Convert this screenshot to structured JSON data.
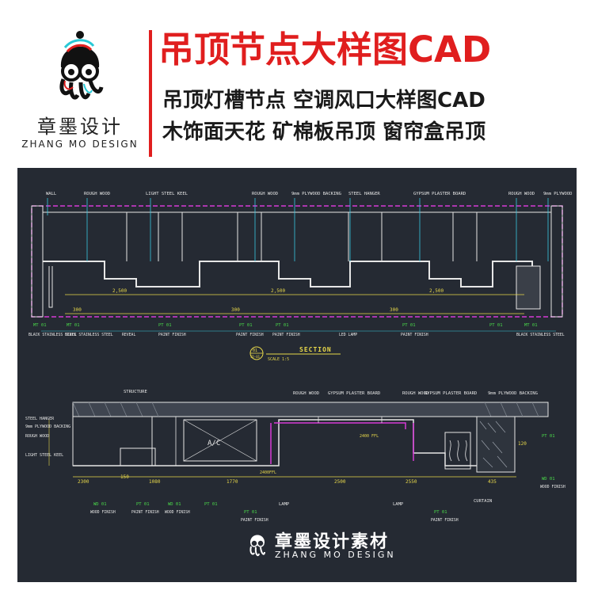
{
  "brand": {
    "name_cn": "章墨设计",
    "name_en": "ZHANG MO DESIGN"
  },
  "header": {
    "title": "吊顶节点大样图CAD",
    "subtitle_line1": "吊顶灯槽节点 空调风口大样图CAD",
    "subtitle_line2": "木饰面天花 矿棉板吊顶 窗帘盒吊顶"
  },
  "drawing_top": {
    "labels": {
      "wall": "WALL",
      "rough_wood_1": "ROUGH WOOD",
      "light_steel_keel": "LIGHT STEEL KEEL",
      "rough_wood_2": "ROUGH WOOD",
      "plywood_backing_1": "9mm PLYWOOD BACKING",
      "steel_hanger": "STEEL HANGER",
      "gypsum_board": "GYPSUM PLASTER BOARD",
      "rough_wood_3": "ROUGH WOOD",
      "plywood_backing_2": "9mm PLYWOOD"
    },
    "dims": {
      "d_2500_a": "2,500",
      "d_2500_b": "2,500",
      "d_2500_c": "2,500",
      "d_300_a": "300",
      "d_300_b": "300",
      "d_300_c": "300"
    },
    "callouts": {
      "mt_left": "MT 01",
      "mt_left2": "MT 01",
      "pt_1": "PT 01",
      "pt_2": "PT 01",
      "pt_3": "PT 01",
      "pt_4": "PT 01",
      "pt_5": "PT 01",
      "mt_right": "MT 01",
      "black_steel_1": "BLACK STAINLESS STEEL",
      "black_steel_2": "BLACK STAINLESS STEEL",
      "reveal": "REVEAL",
      "paint_finish_1": "PAINT FINISH",
      "paint_finish_2": "PAINT FINISH",
      "paint_finish_3": "PAINT FINISH",
      "led_lamp": "LED LAMP",
      "paint_finish_4": "PAINT FINISH",
      "black_steel_3": "BLACK STAINLESS STEEL"
    },
    "section_number": "01",
    "section_sheet": "SD-01",
    "section_title": "SECTION",
    "section_scale": "SCALE 1:5"
  },
  "drawing_bottom": {
    "labels": {
      "structure": "STRUCTURE",
      "rough_wood_1": "ROUGH WOOD",
      "gypsum_board_1": "GYPSUM PLASTER BOARD",
      "rough_wood_2": "ROUGH WOOD",
      "gypsum_board_2": "GYPSUM PLASTER BOARD",
      "plywood_backing": "9mm PLYWOOD BACKING",
      "steel_hanger": "STEEL HANGER",
      "plywood_backing_l": "9mm PLYWOOD BACKING",
      "rough_wood_l": "ROUGH WOOD",
      "light_steel_keel": "LIGHT STEEL KEEL",
      "ac": "A/C"
    },
    "dims": {
      "d_2300": "2300",
      "d_150": "150",
      "d_1080": "1080",
      "d_1770": "1770",
      "d_2400": "2400FFL",
      "d_2500": "2500",
      "d_2550": "2550",
      "d_435": "435",
      "d_120": "120",
      "d_2400b": "2400 FFL"
    },
    "callouts": {
      "wd_1": "WD 01",
      "pt_1": "PT 01",
      "wd_2": "WD 01",
      "pt_2": "PT 01",
      "lamp_1": "LAMP",
      "lamp_2": "LAMP",
      "pt_3": "PT 01",
      "curtain": "CURTAIN",
      "pt_4": "PT 01",
      "pt_5": "PT 01",
      "wd_3": "WD 01",
      "wood_finish_1": "WOOD FINISH",
      "paint_finish_1": "PAINT FINISH",
      "wood_finish_2": "WOOD FINISH",
      "paint_finish_2": "PAINT FINISH",
      "paint_finish_3": "PAINT FINISH",
      "wood_finish_3": "WOOD FINISH"
    }
  },
  "footer": {
    "name_cn": "章墨设计素材",
    "name_en": "ZHANG MO DESIGN"
  },
  "colors": {
    "accent_red": "#e01e1e",
    "cad_background": "#252a33",
    "cad_magenta": "#d63ad6",
    "cad_yellow": "#e8d84a",
    "cad_cyan": "#39c8e0",
    "cad_white": "#e6e6e6",
    "cad_green": "#4ad84a"
  }
}
